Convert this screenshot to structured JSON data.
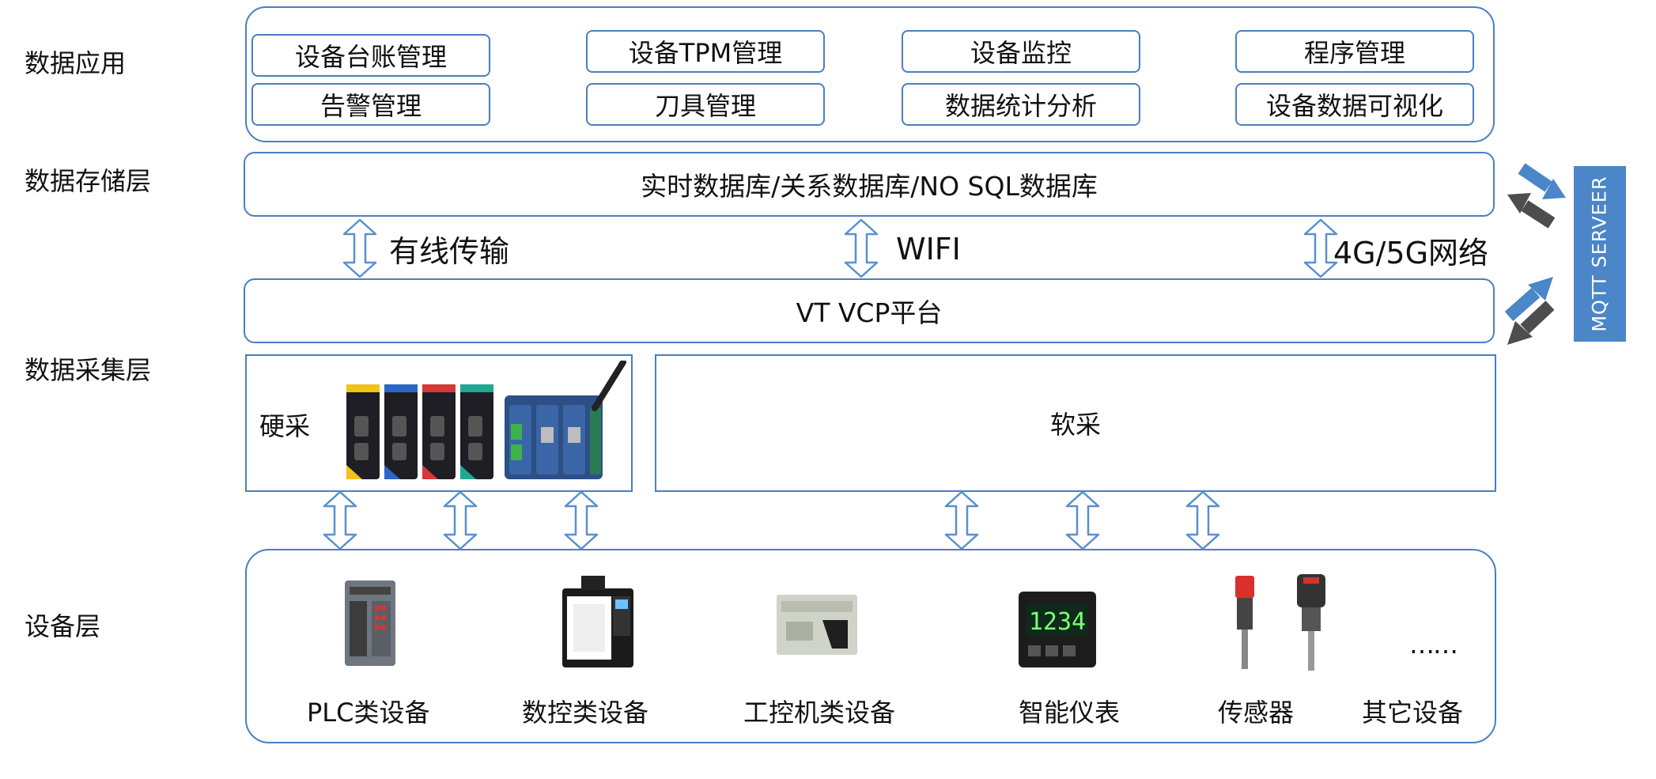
{
  "layers": {
    "application": "数据应用",
    "storage": "数据存储层",
    "collection": "数据采集层",
    "device": "设备层"
  },
  "apps": [
    "设备台账管理",
    "设备TPM管理",
    "设备监控",
    "程序管理",
    "告警管理",
    "刀具管理",
    "数据统计分析",
    "设备数据可视化"
  ],
  "storage": {
    "label": "实时数据库/关系数据库/NO SQL数据库"
  },
  "connections": {
    "wired": "有线传输",
    "wifi": "WIFI",
    "cellular": "4G/5G网络"
  },
  "platform": {
    "label": "VT VCP平台"
  },
  "collection": {
    "hardware": "硬采",
    "software": "软采"
  },
  "mqtt": {
    "label": "MQTT SERVEER"
  },
  "devices": [
    "PLC类设备",
    "数控类设备",
    "工控机类设备",
    "智能仪表",
    "传感器",
    "其它设备"
  ],
  "devices_more": "……",
  "meter_display": "1234",
  "colors": {
    "border": "#4a7fc1",
    "arrow_outline": "#5a8fce",
    "mqtt": "#4a86c8",
    "dark_arrow": "#4d4d4d"
  }
}
